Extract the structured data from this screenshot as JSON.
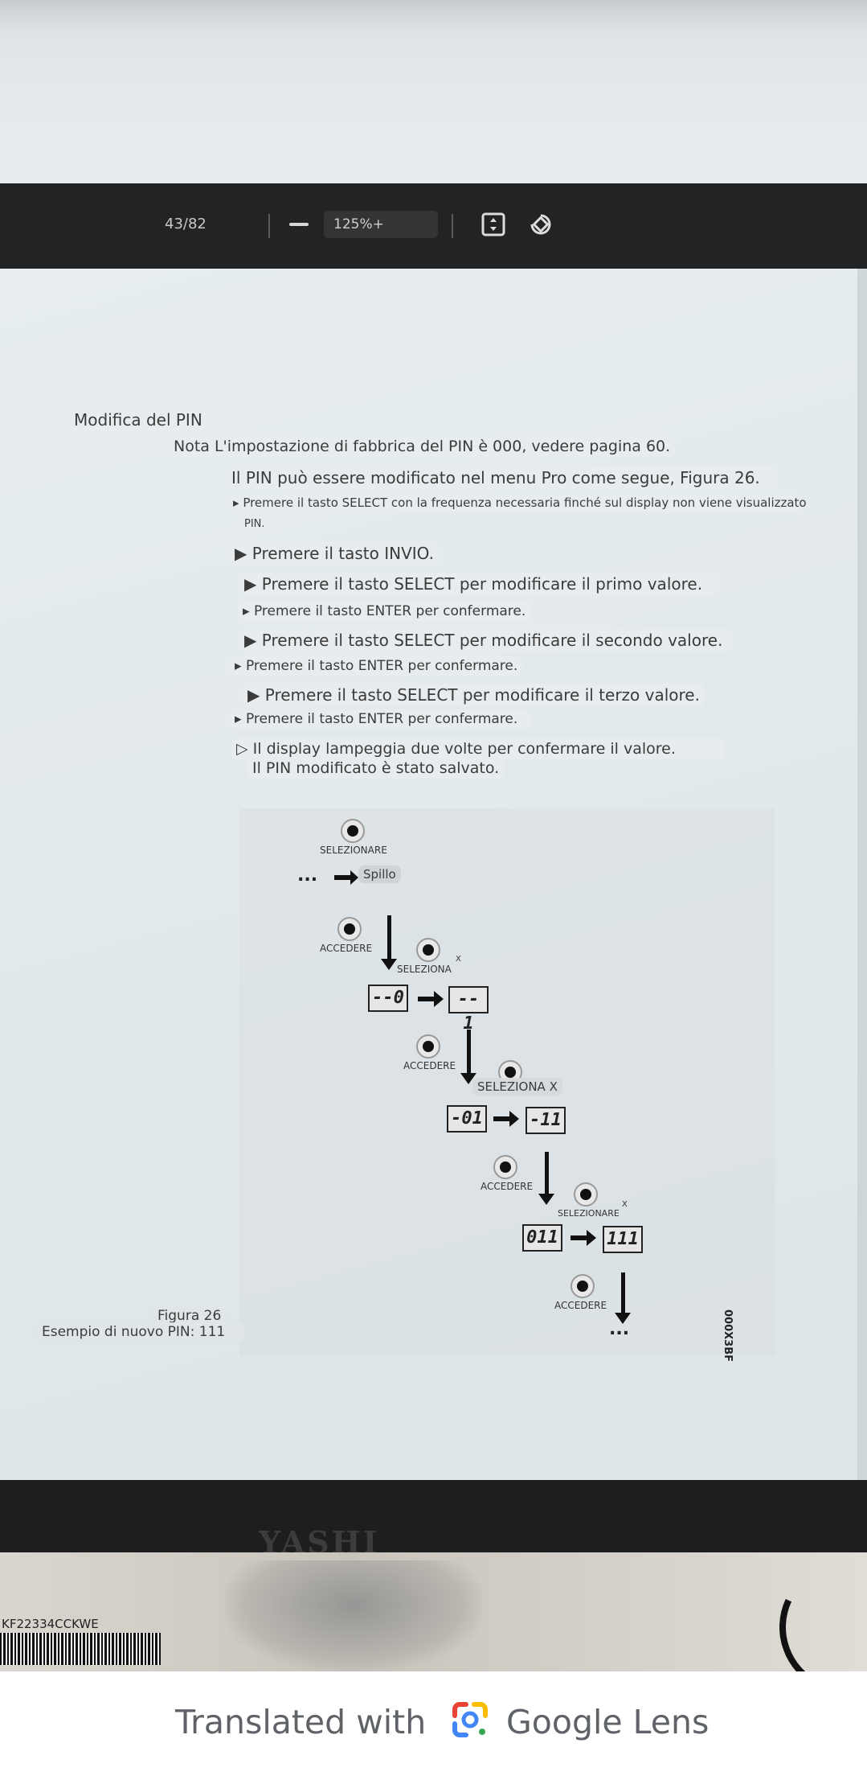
{
  "toolbar": {
    "page_indicator": "43/82",
    "zoom": "125%+"
  },
  "section": {
    "heading": "Modifica del PIN",
    "note": "Nota L'impostazione di fabbrica del PIN è 000, vedere pagina 60.",
    "intro": "Il PIN può essere modificato nel menu Pro come segue, Figura 26.",
    "steps": [
      "Premere il tasto SELECT con la frequenza necessaria finché sul display non viene visualizzato",
      "PIN.",
      "Premere il tasto INVIO.",
      "Premere il tasto SELECT per modificare il primo valore.",
      "Premere il tasto ENTER per confermare.",
      "Premere il tasto SELECT per modificare il secondo valore.",
      "Premere il tasto ENTER per confermare.",
      "Premere il tasto SELECT per modificare il terzo valore.",
      "Premere il tasto ENTER per confermare.",
      "Il display lampeggia due volte per confermare il valore.",
      "Il PIN modificato è stato salvato."
    ]
  },
  "figure": {
    "labels": {
      "select1": "SELEZIONARE",
      "spillo": "Spillo",
      "enter1": "ACCEDERE",
      "select2": "SELEZIONA",
      "x1": "X",
      "enter2": "ACCEDERE",
      "select3": "SELEZIONA X",
      "enter3": "ACCEDERE",
      "select4": "SELEZIONARE",
      "x2": "X",
      "enter4": "ACCEDERE",
      "ellipsis": "...",
      "vertical_code": "000X3BF"
    },
    "displays": {
      "d1": "--0",
      "d2": "-- 1",
      "d3": "-01",
      "d4": "-11",
      "d5": "011",
      "d6": "111"
    },
    "caption_title": "Figura 26",
    "caption_text": "Esempio di nuovo PIN: 111"
  },
  "monitor": {
    "brand": "YASHI"
  },
  "desk": {
    "barcode_text": "KF22334CCKWE"
  },
  "lens_bar": {
    "prefix": "Translated with",
    "brand": "Google Lens"
  }
}
